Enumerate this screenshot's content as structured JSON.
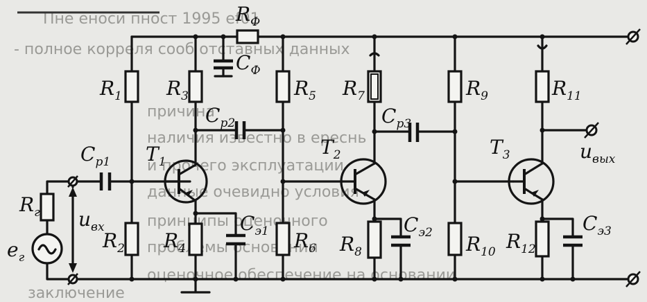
{
  "background_text": [
    "Пне еноси пност 1995 ef01",
    "- полное корреля сооб отставных данных",
    "причина",
    "наличия известно в ереснь",
    "и прочего эксплуатации",
    "данные очевидно условия",
    "принципы оценочного",
    "проблемы основании",
    "оценочное обеспечение на основании",
    "заключение"
  ],
  "labels": {
    "rf": "R",
    "rf_sub": "Ф",
    "cf": "C",
    "cf_sub": "Ф",
    "r1": "R",
    "r1_sub": "1",
    "r2": "R",
    "r2_sub": "2",
    "r3": "R",
    "r3_sub": "3",
    "r4": "R",
    "r4_sub": "4",
    "r5": "R",
    "r5_sub": "5",
    "r6": "R",
    "r6_sub": "6",
    "r7": "R",
    "r7_sub": "7",
    "r8": "R",
    "r8_sub": "8",
    "r9": "R",
    "r9_sub": "9",
    "r10": "R",
    "r10_sub": "10",
    "r11": "R",
    "r11_sub": "11",
    "r12": "R",
    "r12_sub": "12",
    "rg": "R",
    "rg_sub": "г",
    "eg": "e",
    "eg_sub": "г",
    "cp1": "C",
    "cp1_sub": "р1",
    "cp2": "C",
    "cp2_sub": "р2",
    "cp3": "C",
    "cp3_sub": "р3",
    "ce1": "C",
    "ce1_sub": "э1",
    "ce2": "C",
    "ce2_sub": "э2",
    "ce3": "C",
    "ce3_sub": "э3",
    "t1": "T",
    "t1_sub": "1",
    "t2": "T",
    "t2_sub": "2",
    "t3": "T",
    "t3_sub": "3",
    "uin": "u",
    "uin_sub": "вх",
    "uout": "u",
    "uout_sub": "вых"
  }
}
